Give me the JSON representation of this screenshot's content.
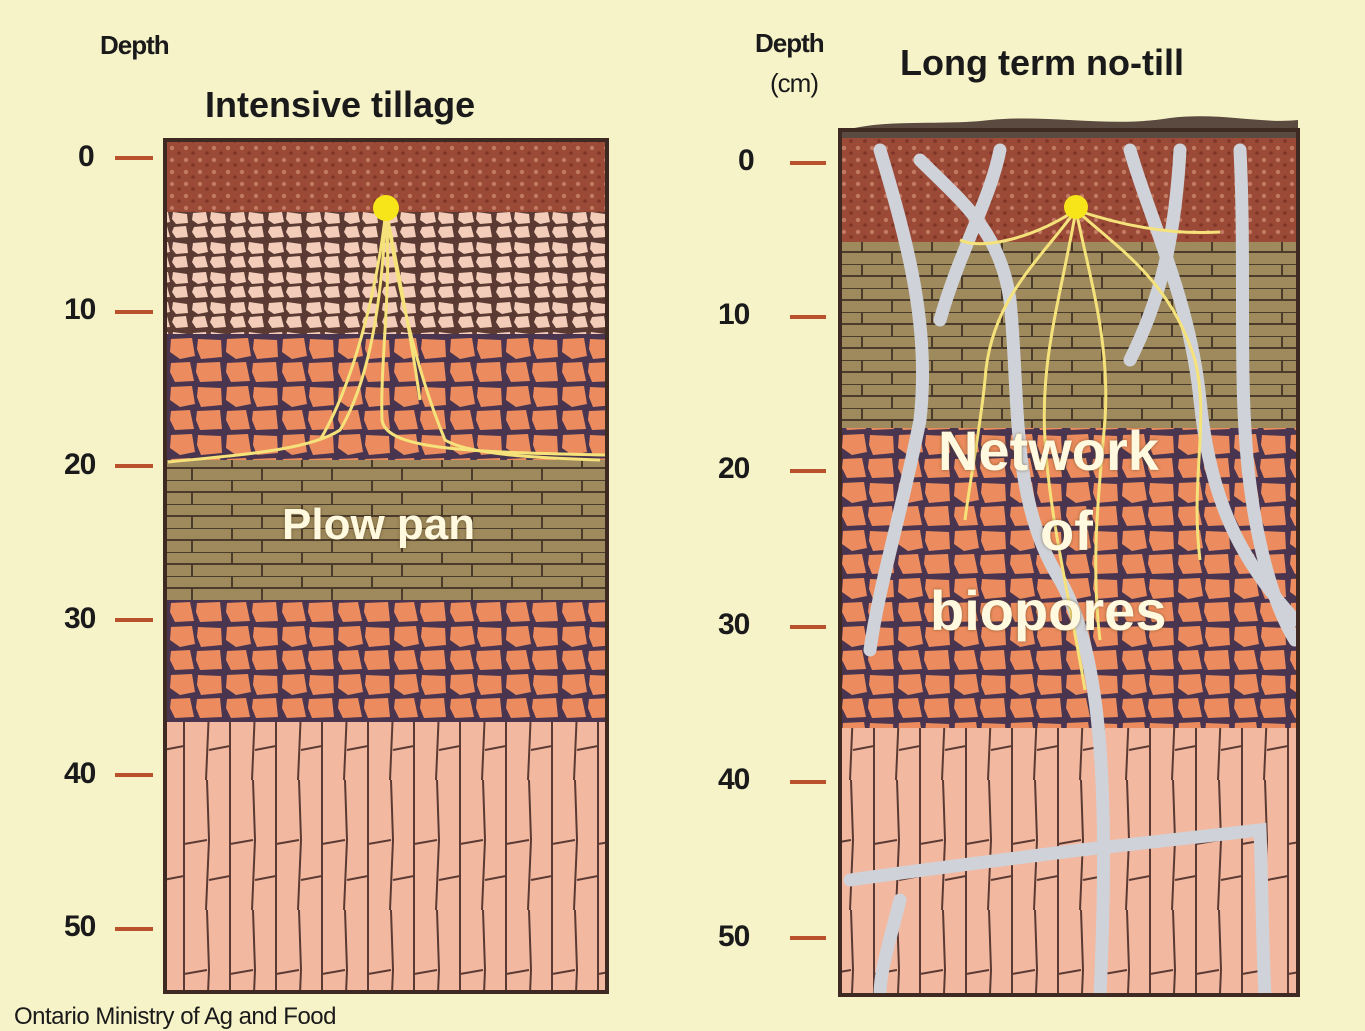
{
  "left_panel": {
    "depth_label": "Depth",
    "title": "Intensive tillage",
    "ticks": [
      "0",
      "10",
      "20",
      "30",
      "40",
      "50"
    ],
    "layer_label": "Plow pan"
  },
  "right_panel": {
    "depth_label_line1": "Depth",
    "depth_label_line2": "(cm)",
    "title": "Long term no-till",
    "ticks": [
      "0",
      "10",
      "20",
      "30",
      "40",
      "50"
    ],
    "overlay_line1": "Network",
    "overlay_line2": "of",
    "overlay_line3": "biopores"
  },
  "credit": "Ontario Ministry of Ag and Food",
  "colors": {
    "background": "#f7f3c9",
    "topsoil": "#9a4a36",
    "light_clods": "#f3cdb9",
    "orange_clods": "#ec8c5e",
    "plow_pan": "#9e8a5c",
    "subsoil_columns": "#f3b8a0",
    "root": "#f5e27a",
    "seed": "#f7e51a",
    "biopore": "#cfd2d8",
    "tick": "#b9522c"
  }
}
